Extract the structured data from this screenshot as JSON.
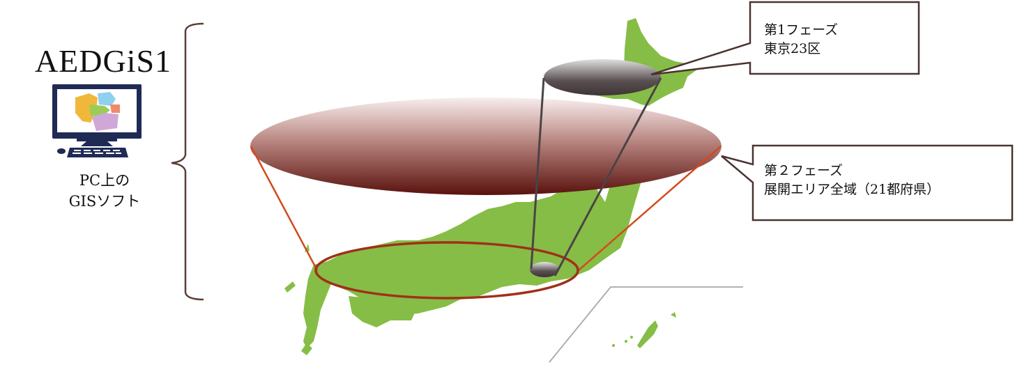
{
  "left_panel": {
    "title": "AEDGiS1",
    "icon": "desktop-computer-with-map-icon",
    "caption_line1": "PC上の",
    "caption_line2": "GISソフト"
  },
  "callouts": [
    {
      "line1": "第1フェーズ",
      "line2": "東京23区",
      "points_to": "tokyo-23-wards-ellipse"
    },
    {
      "line1": "第２フェーズ",
      "line2": "展開エリア全域（21都府県）",
      "points_to": "deployment-area-ellipse"
    }
  ],
  "colors": {
    "map_green": "#86bd46",
    "bracket_brown": "#5a3e36",
    "callout_border": "#4a3330",
    "orange_line": "#d24a1a",
    "ring_red": "#a0301a",
    "ellipse_top": "#f7ecec",
    "ellipse_bottom": "#5c1410",
    "small_ellipse_top": "#d8d8d8",
    "small_ellipse_bottom": "#453a3c",
    "connector_dark": "#4a4446",
    "inset_line": "#a8a8a8",
    "monitor_navy": "#1f2a55"
  }
}
